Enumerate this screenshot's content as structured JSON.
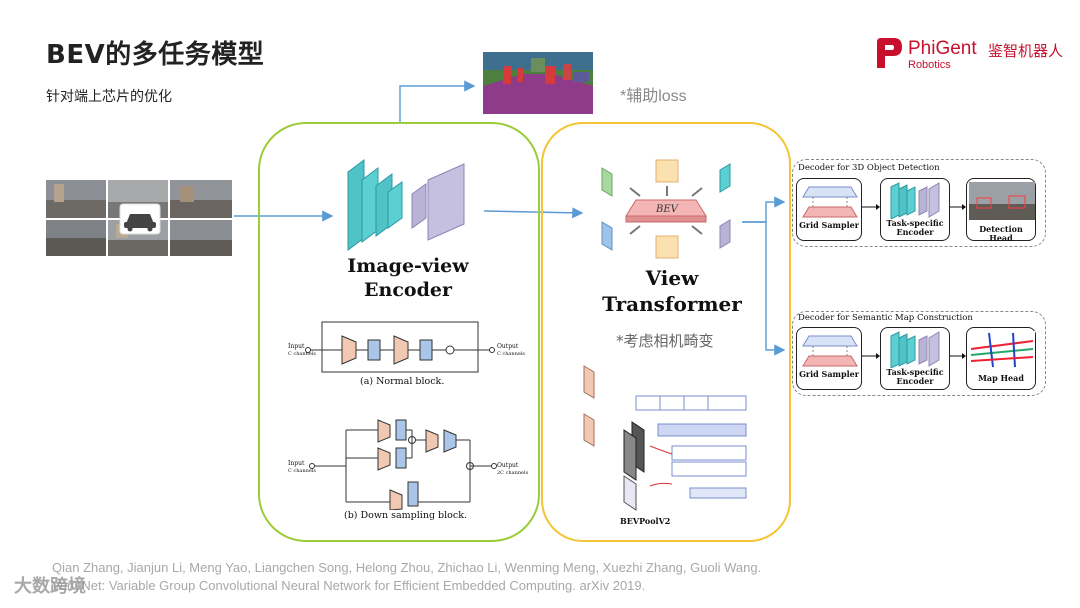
{
  "slide": {
    "title": "BEV的多任务模型",
    "subtitle": "针对端上芯片的优化"
  },
  "logo": {
    "name": "PhiGent",
    "name_cn": "鉴智机器人",
    "sub": "Robotics"
  },
  "aux_loss": "*辅助loss",
  "encoder": {
    "label_line1": "Image-view",
    "label_line2": "Encoder",
    "normal_block_caption": "(a) Normal block.",
    "down_block_caption": "(b) Down sampling block.",
    "input_label": "Input",
    "output_label": "Output",
    "channels_in": "C channels",
    "channels_out": "C channels",
    "channels_out2": "2C channels"
  },
  "view_transformer": {
    "label_line1": "View",
    "label_line2": "Transformer",
    "bev_label": "BEV",
    "camera_note": "*考虑相机畸变",
    "pool_caption": "BEVPoolV2"
  },
  "decoders": [
    {
      "title": "Decoder for 3D Object Detection",
      "blocks": [
        "Grid Sampler",
        "Task-specific Encoder",
        "Detection Head"
      ]
    },
    {
      "title": "Decoder for Semantic Map Construction",
      "blocks": [
        "Grid Sampler",
        "Task-specific Encoder",
        "Map Head"
      ]
    }
  ],
  "citation": {
    "line1": "Qian Zhang, Jianjun Li, Meng Yao, Liangchen Song, Helong Zhou, Zhichao Li, Wenming Meng, Xuezhi Zhang, Guoli Wang.",
    "line2": "VarGNet: Variable Group Convolutional Neural Network for Efficient Embedded Computing. arXiv 2019."
  },
  "watermark": "大数跨境",
  "colors": {
    "accent_red": "#c8102e",
    "panel_green": "#9ccc3a",
    "panel_yellow": "#f3c536",
    "arrow_blue": "#5b9bd5",
    "teal": "#4fc3c8",
    "lavender": "#b9b3d6"
  }
}
